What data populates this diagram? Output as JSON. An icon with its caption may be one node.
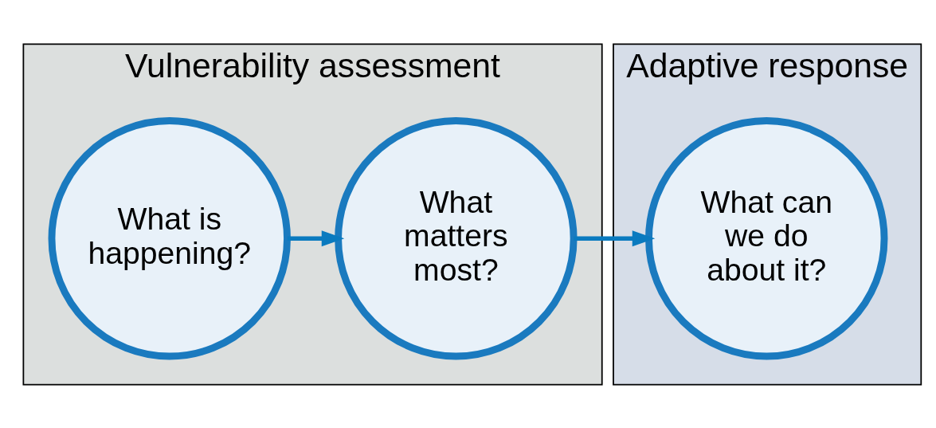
{
  "diagram": {
    "nodes": [
      {
        "text": [
          "Vulnerability assessment"
        ]
      },
      {
        "text": [
          "What is happening?"
        ],
        "in": 0
      },
      {
        "text": [
          "What matters most?"
        ],
        "in": 0
      },
      {
        "text": [
          "Adaptive response"
        ]
      },
      {
        "text": [
          "What can we do about it?"
        ],
        "in": 3
      }
    ],
    "edges": [
      {
        "from": 1,
        "to": 2,
        "arrow": "to"
      },
      {
        "from": 2,
        "to": 4,
        "arrow": "to"
      }
    ]
  }
}
